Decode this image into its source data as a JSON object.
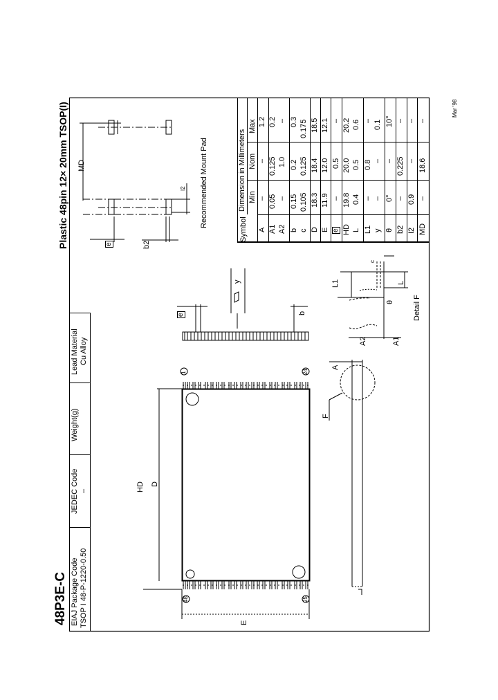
{
  "header": {
    "part_code": "48P3E-C",
    "package_title": "Plastic 48pin 12× 20mm TSOP(I)",
    "date": "Mar '98"
  },
  "title_block": {
    "cells": [
      {
        "label": "EIAJ Package Code",
        "value": "TSOP I 48-P-1220-0.50"
      },
      {
        "label": "JEDEC Code",
        "value": "–"
      },
      {
        "label": "Weight(g)",
        "value": ""
      },
      {
        "label": "Lead Material",
        "value": "Cu Alloy"
      }
    ]
  },
  "drawing": {
    "pin_labels": {
      "pin1": "1",
      "pin24": "24",
      "pin25": "25",
      "pin48": "48"
    },
    "dimension_labels": {
      "HD": "HD",
      "D": "D",
      "E": "E",
      "e": "e",
      "b": "b",
      "y": "y",
      "A": "A",
      "A1": "A1",
      "A2": "A2",
      "L": "L",
      "L1": "L1",
      "c": "c",
      "theta": "θ",
      "F": "F",
      "b2": "b2",
      "I2": "I2",
      "MD": "MD"
    },
    "detail_label": "Detail F",
    "mount_pad_label": "Recommended Mount Pad"
  },
  "dimension_table": {
    "caption": "Dimension in Millimeters",
    "columns": [
      "Symbol",
      "Min",
      "Nom",
      "Max"
    ],
    "rows": [
      {
        "symbol": "A",
        "min": "–",
        "nom": "–",
        "max": "1.2"
      },
      {
        "symbol": "A1",
        "min": "0.05",
        "nom": "0.125",
        "max": "0.2"
      },
      {
        "symbol": "A2",
        "min": "–",
        "nom": "1.0",
        "max": "–"
      },
      {
        "symbol": "b",
        "min": "0.15",
        "nom": "0.2",
        "max": "0.3"
      },
      {
        "symbol": "c",
        "min": "0.105",
        "nom": "0.125",
        "max": "0.175"
      },
      {
        "symbol": "D",
        "min": "18.3",
        "nom": "18.4",
        "max": "18.5"
      },
      {
        "symbol": "E",
        "min": "11.9",
        "nom": "12.0",
        "max": "12.1"
      },
      {
        "symbol": "e",
        "min": "–",
        "nom": "0.5",
        "max": "–"
      },
      {
        "symbol": "HD",
        "min": "19.8",
        "nom": "20.0",
        "max": "20.2"
      },
      {
        "symbol": "L",
        "min": "0.4",
        "nom": "0.5",
        "max": "0.6"
      },
      {
        "symbol": "L1",
        "min": "–",
        "nom": "0.8",
        "max": "–"
      },
      {
        "symbol": "y",
        "min": "–",
        "nom": "–",
        "max": "0.1"
      },
      {
        "symbol": "θ",
        "min": "0°",
        "nom": "–",
        "max": "10°"
      },
      {
        "symbol": "b2",
        "min": "–",
        "nom": "0.225",
        "max": "–"
      },
      {
        "symbol": "I2",
        "min": "0.9",
        "nom": "–",
        "max": "–"
      },
      {
        "symbol": "MD",
        "min": "–",
        "nom": "18.6",
        "max": "–"
      }
    ]
  }
}
